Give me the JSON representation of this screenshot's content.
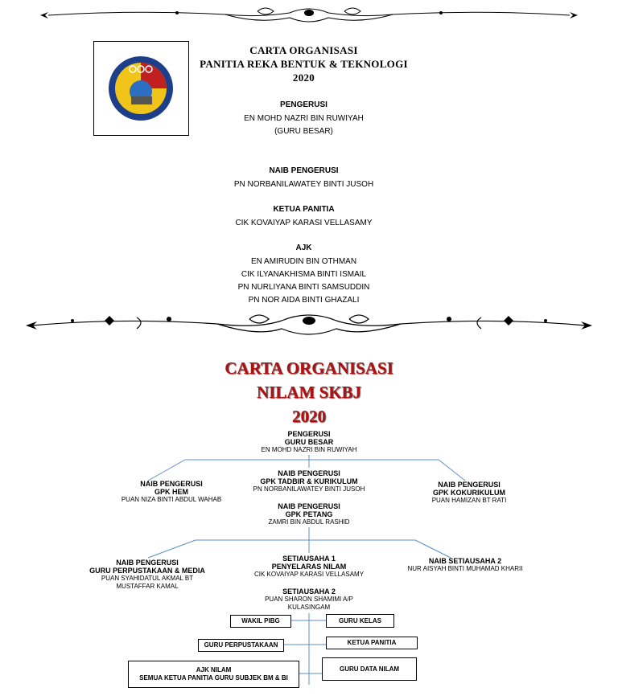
{
  "top": {
    "title_lines": [
      "CARTA ORGANISASI",
      "PANITIA REKA BENTUK & TEKNOLOGI",
      "2020"
    ],
    "pengerusi": {
      "label": "PENGERUSI",
      "names": [
        "EN MOHD NAZRI BIN RUWIYAH",
        "(GURU BESAR)"
      ]
    },
    "naib_pengerusi": {
      "label": "NAIB PENGERUSI",
      "names": [
        "PN NORBANILAWATEY BINTI JUSOH"
      ]
    },
    "ketua_panitia": {
      "label": "KETUA PANITIA",
      "names": [
        "CIK KOVAIYAP KARASI VELLASAMY"
      ]
    },
    "ajk": {
      "label": "AJK",
      "names": [
        "EN AMIRUDIN BIN OTHMAN",
        "CIK ILYANAKHISMA BINTI ISMAIL",
        "PN NURLIYANA BINTI SAMSUDDIN",
        "PN NOR AIDA BINTI GHAZALI"
      ]
    }
  },
  "bottom": {
    "title_lines": [
      "CARTA ORGANISASI",
      "NILAM SKBJ",
      "2020"
    ],
    "pengerusi": {
      "l1": "PENGERUSI",
      "l2": "GURU BESAR",
      "name": "EN MOHD NAZRI BIN RUWIYAH"
    },
    "naib_hem": {
      "l1": "NAIB PENGERUSI",
      "l2": "GPK HEM",
      "name": "PUAN NIZA BINTI ABDUL WAHAB"
    },
    "naib_tadbir": {
      "l1": "NAIB PENGERUSI",
      "l2": "GPK TADBIR & KURIKULUM",
      "name": "PN NORBANILAWATEY BINTI JUSOH"
    },
    "naib_koko": {
      "l1": "NAIB PENGERUSI",
      "l2": "GPK KOKURIKULUM",
      "name": "PUAN HAMIZAN BT RATI"
    },
    "naib_petang": {
      "l1": "NAIB PENGERUSI",
      "l2": "GPK PETANG",
      "name": "ZAMRI BIN ABDUL RASHID"
    },
    "naib_perpus": {
      "l1": "NAIB PENGERUSI",
      "l2": "GURU PERPUSTAKAAN & MEDIA",
      "name1": "PUAN SYAHIDATUL AKMAL BT",
      "name2": "MUSTAFFAR KAMAL"
    },
    "setiausaha1": {
      "l1": "SETIAUSAHA 1",
      "l2": "PENYELARAS NILAM",
      "name": "CIK KOVAIYAP KARASI VELLASAMY"
    },
    "naib_setiausaha2": {
      "l1": "NAIB SETIAUSAHA 2",
      "name": "NUR AISYAH BINTI MUHAMAD KHARII"
    },
    "setiausaha2": {
      "l1": "SETIAUSAHA 2",
      "name1": "PUAN SHARON SHAMIMI A/P",
      "name2": "KULASINGAM"
    },
    "boxes": {
      "wakil_pibg": "WAKIL PIBG",
      "guru_kelas": "GURU KELAS",
      "guru_perpustakaan": "GURU PERPUSTAKAAN",
      "ketua_panitia": "KETUA PANITIA",
      "ajk_nilam_1": "AJK NILAM",
      "ajk_nilam_2": "SEMUA KETUA PANITIA GURU SUBJEK BM & BI",
      "guru_data_nilam": "GURU DATA NILAM"
    }
  },
  "colors": {
    "title_red": "#b01010",
    "line_blue": "#5b8fc8"
  }
}
